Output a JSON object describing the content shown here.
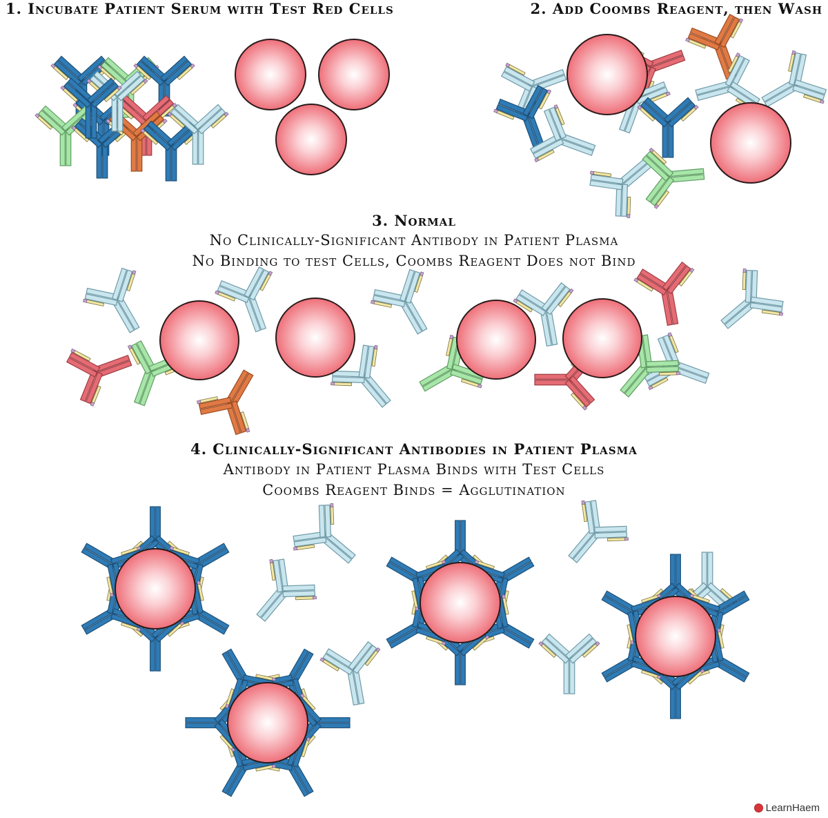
{
  "panels": {
    "step1": {
      "title": "1. Incubate Patient Serum with Test Red Cells"
    },
    "step2": {
      "title": "2. Add Coombs Reagent, then Wash"
    },
    "step3": {
      "title": "3. Normal",
      "line1": "No Clinically-Significant Antibody in Patient Plasma",
      "line2": "No Binding to test Cells, Coombs Reagent Does not Bind"
    },
    "step4": {
      "title": "4. Clinically-Significant Antibodies in Patient Plasma",
      "line1": "Antibody in Patient Plasma Binds with Test Cells",
      "line2": "Coombs Reagent Binds = Agglutination"
    }
  },
  "logo": {
    "text": "LearnHaem"
  },
  "colors": {
    "red_cell": "#ee6a73",
    "red_cell_center": "#ffffff",
    "antibody_blue": "#2f7bb5",
    "antibody_light": "#c9e6ef",
    "antibody_green": "#a7e6a8",
    "antibody_red": "#e56c74",
    "antibody_orange": "#e07a45",
    "light_chain": "#f1e7a6",
    "tip_purple": "#c7a2cf"
  },
  "icons": [
    "red-cell-icon",
    "antibody-icon",
    "logo-dot-icon"
  ]
}
